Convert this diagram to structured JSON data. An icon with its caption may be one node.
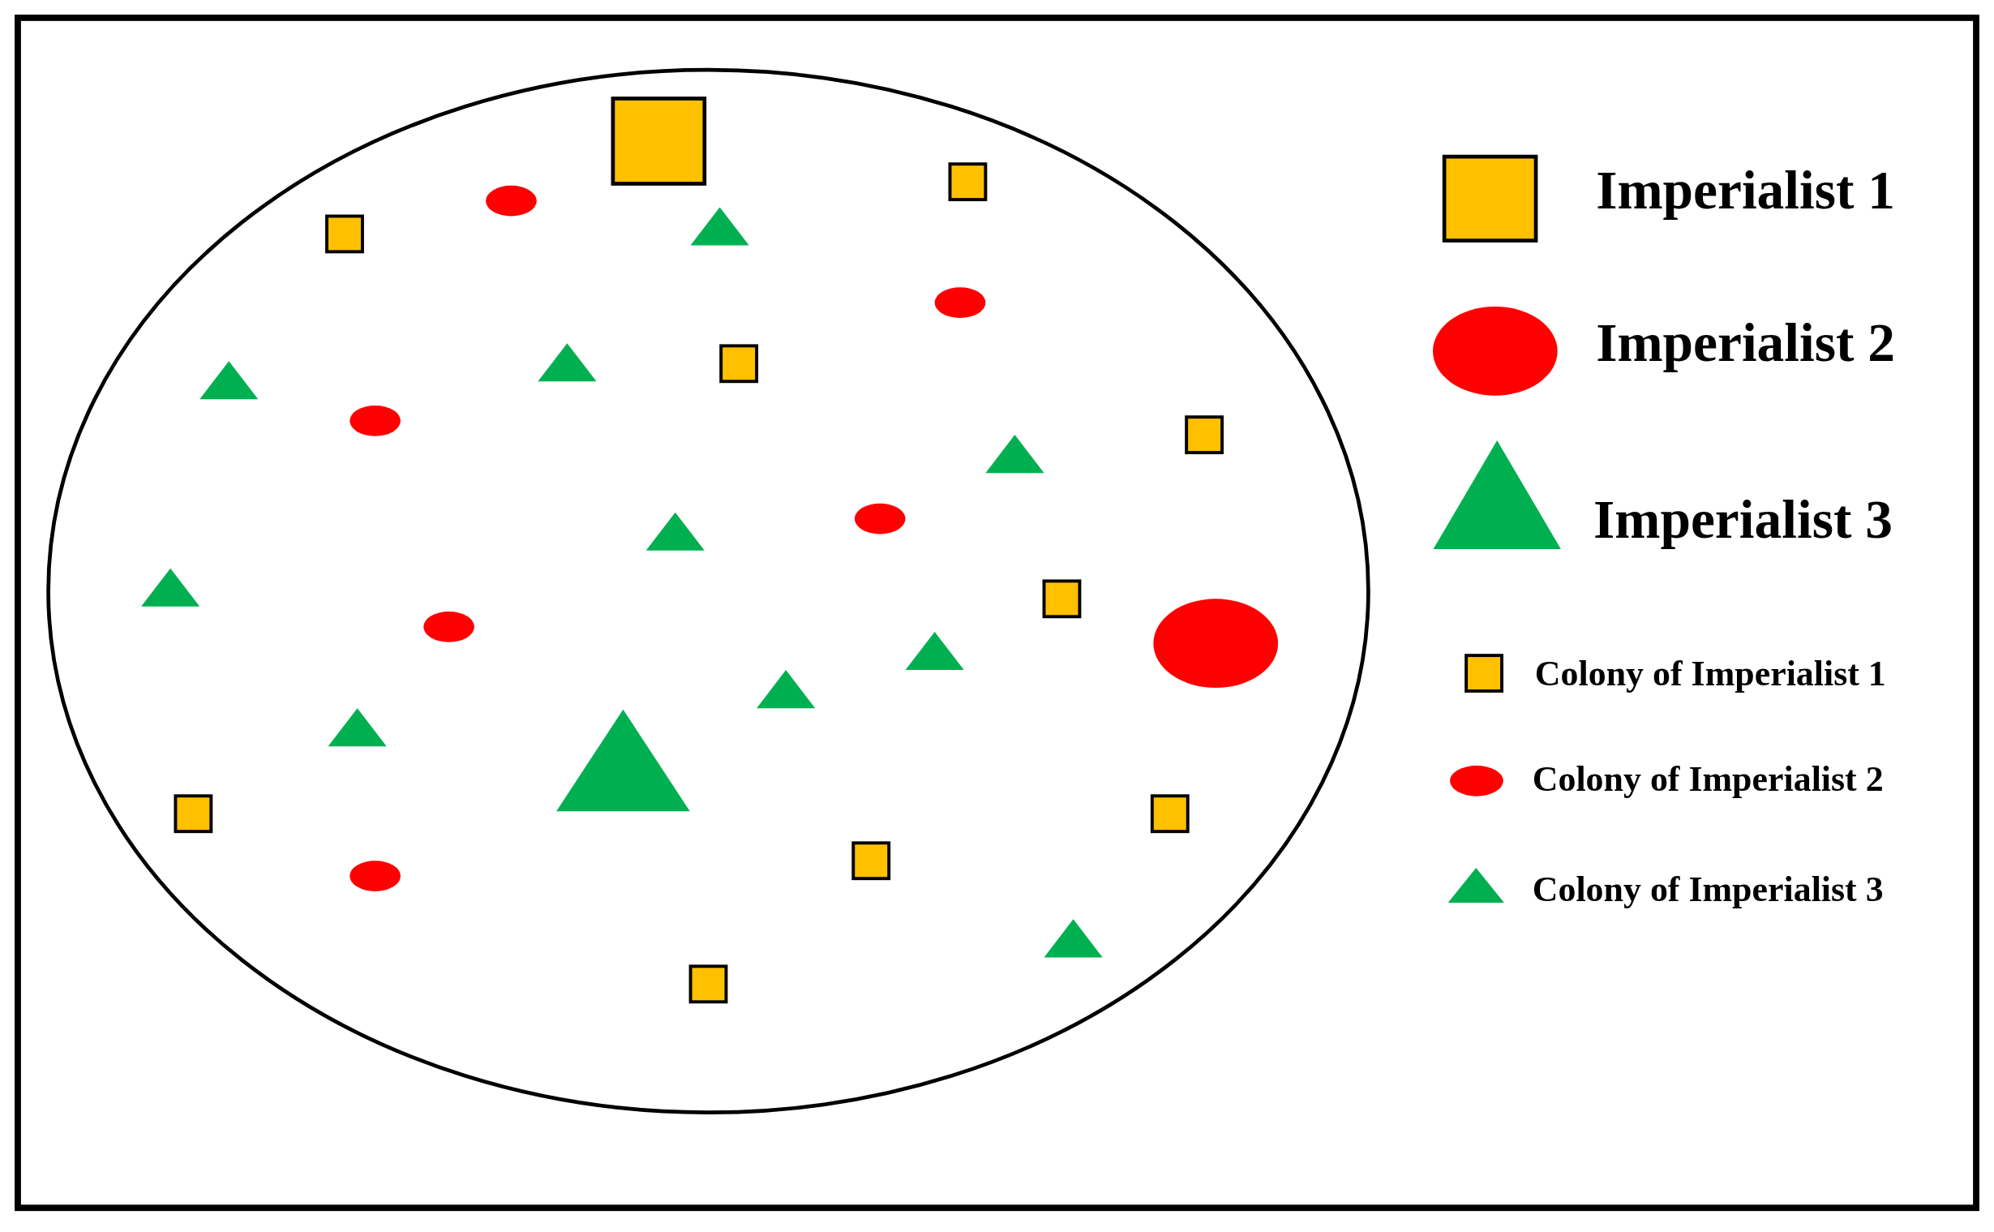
{
  "diagram": {
    "legend": [
      {
        "text": "Imperialist 1",
        "color": "#ffc000"
      },
      {
        "text": "Imperialist 2",
        "color": "#ff0000"
      },
      {
        "text": "Imperialist 3",
        "color": "#00b050"
      },
      {
        "text": "Colony of Imperialist 1",
        "color": "#ffc000"
      },
      {
        "text": "Colony of Imperialist 2",
        "color": "#ff0000"
      },
      {
        "text": "Colony of Imperialist 3",
        "color": "#00b050"
      }
    ]
  }
}
